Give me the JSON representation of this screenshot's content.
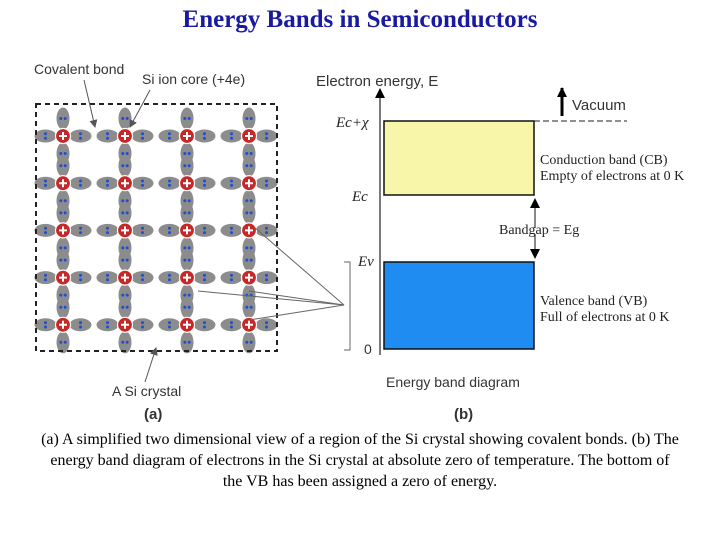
{
  "title": "Energy Bands in Semiconductors",
  "panel_a": {
    "label": "(a)",
    "covalent_bond_label": "Covalent bond",
    "ion_core_label": "Si ion core (+4e)",
    "crystal_label": "A Si crystal",
    "lattice_rows": 5,
    "lattice_cols": 4
  },
  "panel_b": {
    "label": "(b)",
    "axis_label": "Electron energy, E",
    "vacuum_label": "Vacuum",
    "ec_chi_label": "Ec+χ",
    "ec_label": "Ec",
    "ev_label": "Ev",
    "zero_label": "0",
    "cb_line1": "Conduction band (CB)",
    "cb_line2": "Empty of electrons at 0 K",
    "bandgap_label": "Bandgap = Eg",
    "vb_line1": "Valence band (VB)",
    "vb_line2": "Full of electrons at 0 K",
    "diagram_label": "Energy band diagram",
    "colors": {
      "cb": "#f8f6a8",
      "vb": "#1e8cf0"
    }
  },
  "caption": "(a) A simplified two dimensional view of a region of the Si crystal showing covalent bonds. (b) The energy band diagram of electrons in the Si crystal at absolute zero of temperature. The bottom of the VB has been assigned a zero of energy."
}
